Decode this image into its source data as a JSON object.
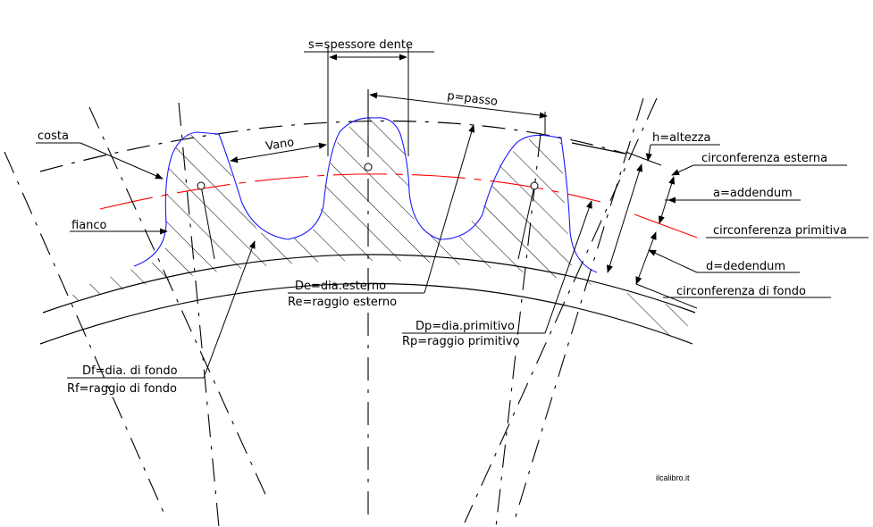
{
  "labels": {
    "spessore": "s=spessore dente",
    "passo": "p=passo",
    "vano": "Vano",
    "costa": "costa",
    "fianco": "fianco",
    "altezza": "h=altezza",
    "circ_esterna": "circonferenza esterna",
    "addendum": "a=addendum",
    "circ_primitiva": "circonferenza primitiva",
    "dedendum": "d=dedendum",
    "circ_fondo": "circonferenza di fondo",
    "de": "De=dia.esterno",
    "re": "Re=raggio esterno",
    "dp": "Dp=dia.primitivo",
    "rp": "Rp=raggio primitivo",
    "df": "Df=dia. di fondo",
    "rf": "Rf=raggio di fondo",
    "watermark": "ilcalibro.it"
  },
  "colors": {
    "ink": "#000000",
    "tooth_profile": "#1a1aff",
    "pitch_circle": "#ff0000",
    "background": "#ffffff"
  }
}
